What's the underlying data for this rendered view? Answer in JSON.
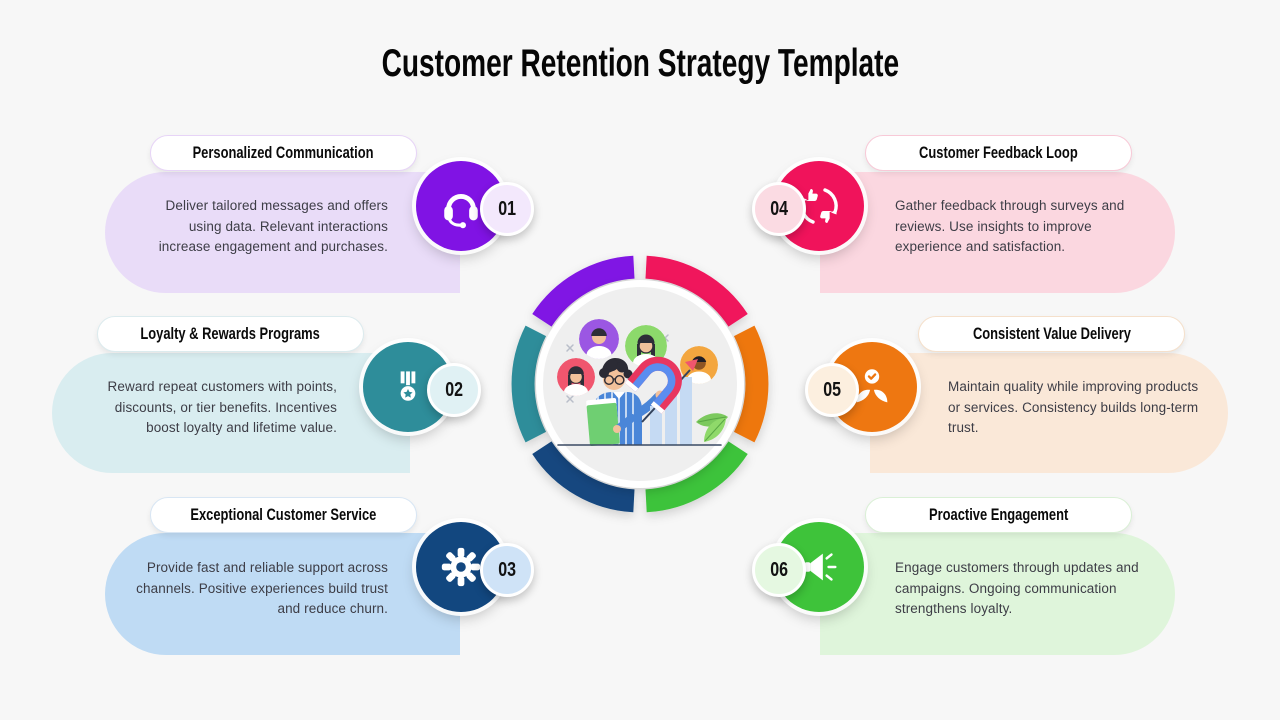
{
  "title": "Customer Retention Strategy Template",
  "background": "#f7f7f7",
  "center": {
    "illustration": "magnet-attracting-customers-illustration",
    "inner_fill": "#efefef"
  },
  "items": [
    {
      "number": "01",
      "title": "Personalized Communication",
      "description": "Deliver tailored messages and offers using data. Relevant interactions increase engagement and purchases.",
      "icon": "headset-icon",
      "accent": "#8013e4",
      "tint": "#e9dcf8",
      "badge_bg": "#f3e8fc",
      "pill_border": "#e7d4f7"
    },
    {
      "number": "02",
      "title": "Loyalty & Rewards Programs",
      "description": "Reward repeat customers with points, discounts, or tier benefits. Incentives boost loyalty and lifetime value.",
      "icon": "medal-icon",
      "accent": "#2e8d9a",
      "tint": "#d9edf0",
      "badge_bg": "#e0f1f4",
      "pill_border": "#dcebee"
    },
    {
      "number": "03",
      "title": "Exceptional Customer Service",
      "description": "Provide fast and reliable support across channels. Positive experiences build trust and reduce churn.",
      "icon": "gear-icon",
      "accent": "#12477f",
      "tint": "#bfdbf4",
      "badge_bg": "#cfe3f7",
      "pill_border": "#d8e6f4"
    },
    {
      "number": "04",
      "title": "Customer Feedback Loop",
      "description": "Gather feedback through surveys and reviews. Use insights to improve experience and satisfaction.",
      "icon": "feedback-loop-icon",
      "accent": "#f0135b",
      "tint": "#fbd7e0",
      "badge_bg": "#fbdbe3",
      "pill_border": "#f8c9d7"
    },
    {
      "number": "05",
      "title": "Consistent Value Delivery",
      "description": "Maintain quality while improving products or services. Consistency builds long-term trust.",
      "icon": "value-care-icon",
      "accent": "#ee7711",
      "tint": "#fae8d8",
      "badge_bg": "#fcefdf",
      "pill_border": "#f5e0cb"
    },
    {
      "number": "06",
      "title": "Proactive Engagement",
      "description": "Engage customers through updates and campaigns. Ongoing communication strengthens loyalty.",
      "icon": "megaphone-icon",
      "accent": "#3ec33a",
      "tint": "#dff5db",
      "badge_bg": "#e5f8e1",
      "pill_border": "#daf0d6"
    }
  ]
}
